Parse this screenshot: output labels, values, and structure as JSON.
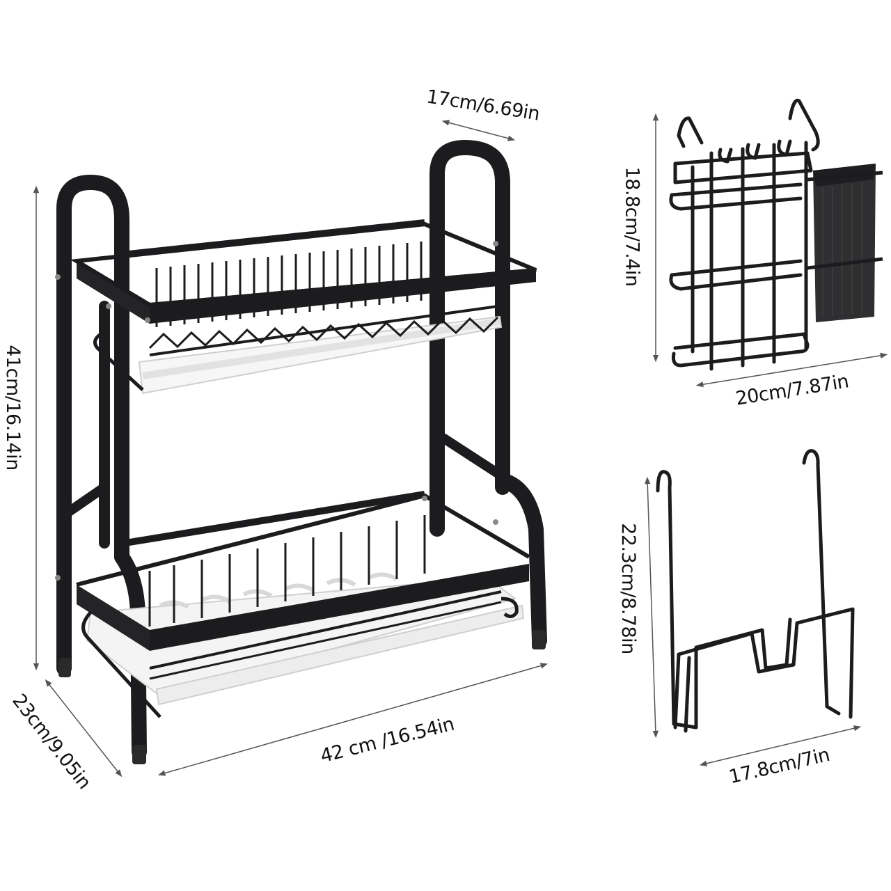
{
  "diagram": {
    "subject": "Two-tier dish drying rack with accessories",
    "colors": {
      "metal": "#1c1c1e",
      "metal_highlight": "#3a3a3d",
      "tray": "#f4f4f4",
      "tray_edge": "#cfcfcf",
      "dimension_line": "#555555",
      "text": "#111111",
      "background": "#ffffff"
    },
    "components": [
      {
        "id": "main-rack",
        "name": "Two-tier dish rack",
        "dimensions": {
          "height": "41cm/16.14in",
          "depth": "23cm/9.05in",
          "width": "42 cm /16.54in",
          "top_shelf_depth": "17cm/6.69in"
        }
      },
      {
        "id": "utensil-holder",
        "name": "Hanging knife & utensil holder",
        "dimensions": {
          "height": "18.8cm/7.4in",
          "width": "20cm/7.87in"
        }
      },
      {
        "id": "cutting-board-holder",
        "name": "Hanging cutting board holder",
        "dimensions": {
          "height": "22.3cm/8.78in",
          "width": "17.8cm/7in"
        }
      }
    ]
  },
  "labels": {
    "top_depth": "17cm/6.69in",
    "rack_height": "41cm/16.14in",
    "rack_depth": "23cm/9.05in",
    "rack_width": "42 cm /16.54in",
    "holder_height": "18.8cm/7.4in",
    "holder_width": "20cm/7.87in",
    "board_height": "22.3cm/8.78in",
    "board_width": "17.8cm/7in"
  }
}
